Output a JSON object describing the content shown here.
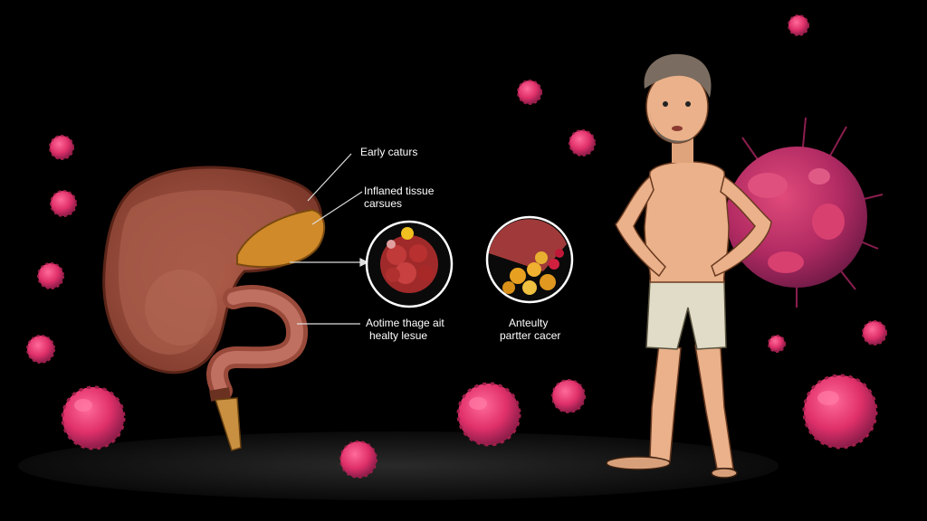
{
  "labels": {
    "early": "Early caturs",
    "inflamed_line1": "Inflaned tissue",
    "inflamed_line2": "carsues",
    "healthy_line1": "Aotime thage ait",
    "healthy_line2": "healty lesue",
    "cancer_line1": "Anteulty",
    "cancer_line2": "partter cacer"
  },
  "colors": {
    "background": "#000000",
    "virus": "#e0306a",
    "virus_large": "#c02a5a",
    "stomach": "#b8604a",
    "text": "#ffffff"
  }
}
